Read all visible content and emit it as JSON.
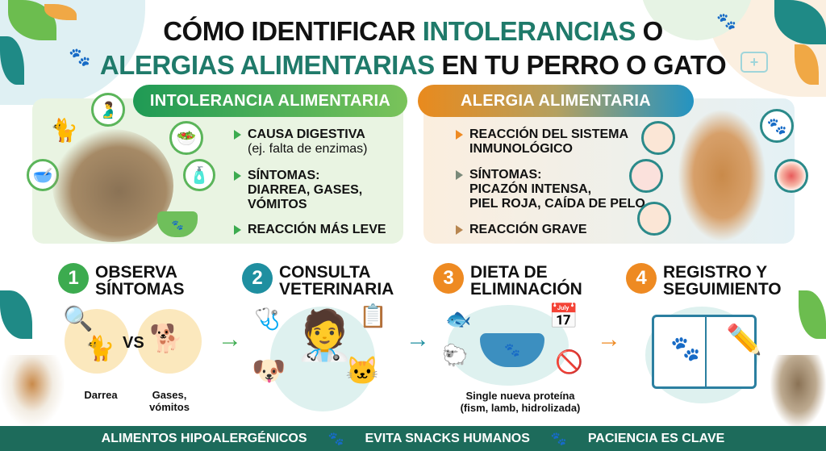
{
  "title": {
    "line1_a": "CÓMO IDENTIFICAR ",
    "line1_b": "INTOLERANCIAS",
    "line1_c": " O",
    "line2_a": "ALERGIAS ALIMENTARIAS",
    "line2_b": " EN TU PERRO O GATO"
  },
  "intolerance": {
    "header": "INTOLERANCIA ALIMENTARIA",
    "bullets": [
      {
        "label": "CAUSA DIGESTIVA",
        "sub": "(ej. falta de enzimas)"
      },
      {
        "label": "SÍNTOMAS:",
        "sub": "DIARREA, GASES, VÓMITOS"
      },
      {
        "label": "REACCIÓN MÁS LEVE",
        "sub": ""
      }
    ],
    "color": "#1f9a55"
  },
  "allergy": {
    "header": "ALERGIA ALIMENTARIA",
    "bullets": [
      {
        "label": "REACCIÓN DEL SISTEMA",
        "sub": "INMUNOLÓGICO"
      },
      {
        "label": "SÍNTOMAS:",
        "sub": "PICAZÓN INTENSA,",
        "sub2": "PIEL ROJA, CAÍDA DE PELO"
      },
      {
        "label": "REACCIÓN GRAVE",
        "sub": ""
      }
    ],
    "color": "#e98a1d"
  },
  "steps": [
    {
      "num": "1",
      "line1": "OBSERVA",
      "line2": "SÍNTOMAS",
      "color": "#3cab4f",
      "captions": [
        "Darrea",
        "Gases, vómitos"
      ],
      "vs": "VS"
    },
    {
      "num": "2",
      "line1": "CONSULTA",
      "line2": "VETERINARIA",
      "color": "#1f8fa0"
    },
    {
      "num": "3",
      "line1": "DIETA DE",
      "line2": "ELIMINACIÓN",
      "color": "#ee8a22",
      "caption1": "Single nueva proteína",
      "caption2": "(fism, lamb, hidrolizada)"
    },
    {
      "num": "4",
      "line1": "REGISTRO Y",
      "line2": "SEGUIMIENTO",
      "color": "#ee8a22"
    }
  ],
  "footer": {
    "items": [
      "ALIMENTOS HIPOALERGÉNICOS",
      "EVITA SNACKS HUMANOS",
      "PACIENCIA ES CLAVE"
    ]
  }
}
